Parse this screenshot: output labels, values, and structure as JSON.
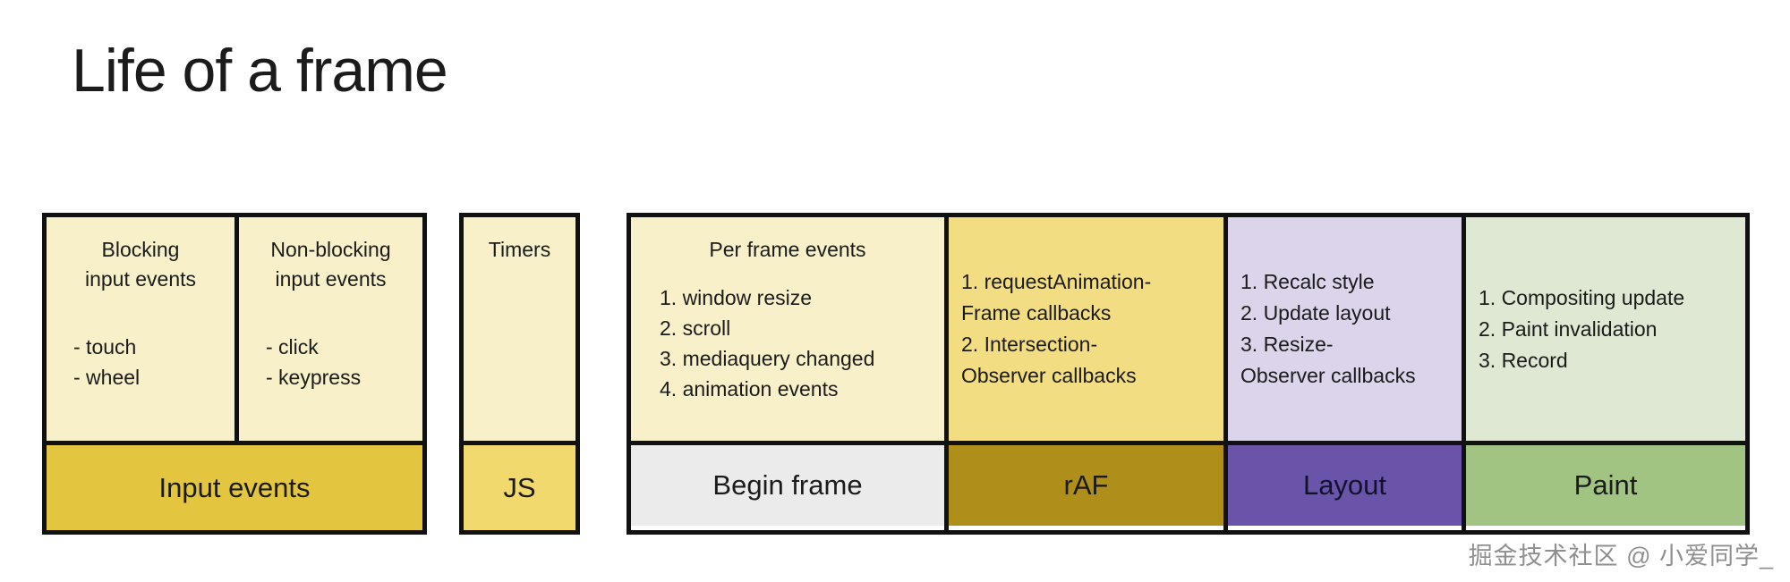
{
  "title": "Life of a frame",
  "watermark": "掘金技术社区 @ 小爱同学_",
  "colors": {
    "cream": "#F8F0C8",
    "raf_cell": "#F3DD82",
    "layout_cell": "#DBD4EA",
    "paint_cell": "#DEE8D3",
    "input_label": "#E3C53F",
    "js_label": "#F1D96D",
    "begin_label": "#EBEBEB",
    "raf_label": "#AF8E1A",
    "layout_label": "#6954A9",
    "paint_label": "#A2C483",
    "border": "#111111",
    "ink": "#1b1b1b",
    "watermark": "#8f8f8f"
  },
  "input_group": {
    "label": "Input events",
    "blocking": {
      "head": "Blocking\ninput events",
      "items": [
        "- touch",
        "- wheel"
      ]
    },
    "non_blocking": {
      "head": "Non-blocking\ninput events",
      "items": [
        "- click",
        "- keypress"
      ]
    }
  },
  "js_group": {
    "head": "Timers",
    "label": "JS"
  },
  "frame_group": {
    "begin": {
      "head": "Per frame events",
      "items": [
        "1. window resize",
        "2. scroll",
        "3. mediaquery changed",
        "4. animation events"
      ],
      "label": "Begin frame"
    },
    "raf": {
      "lines": [
        "1. requestAnimation-",
        "Frame callbacks",
        "2. Intersection-",
        "Observer callbacks"
      ],
      "label": "rAF"
    },
    "layout": {
      "lines": [
        "1. Recalc style",
        "2. Update layout",
        "3. Resize-",
        "Observer callbacks"
      ],
      "label": "Layout"
    },
    "paint": {
      "lines": [
        "1. Compositing update",
        "2. Paint invalidation",
        "3. Record"
      ],
      "label": "Paint"
    }
  }
}
